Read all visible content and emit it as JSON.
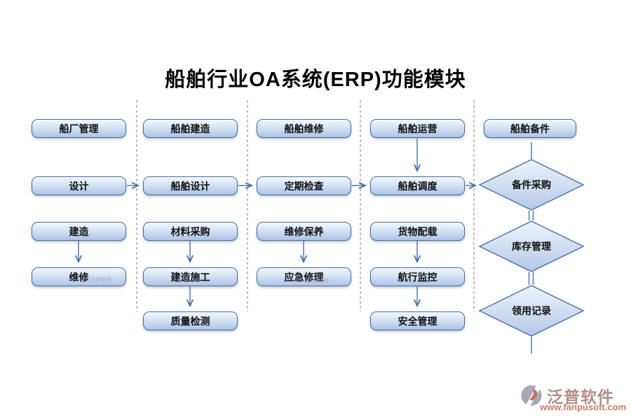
{
  "title": {
    "text": "船舶行业OA系统(ERP)功能模块"
  },
  "columns": [
    {
      "name": "shipyard",
      "header": {
        "label": "船厂管理"
      },
      "items": [
        {
          "label": "设计"
        },
        {
          "label": "建造"
        },
        {
          "label": "维修"
        }
      ]
    },
    {
      "name": "ship_building",
      "header": {
        "label": "船舶建造"
      },
      "items": [
        {
          "label": "船舶设计"
        },
        {
          "label": "材料采购"
        },
        {
          "label": "建造施工"
        },
        {
          "label": "质量检测"
        }
      ]
    },
    {
      "name": "ship_maintenance",
      "header": {
        "label": "船舶维修"
      },
      "items": [
        {
          "label": "定期检查"
        },
        {
          "label": "维修保养"
        },
        {
          "label": "应急修理"
        }
      ]
    },
    {
      "name": "ship_operation",
      "header": {
        "label": "船舶运营"
      },
      "items": [
        {
          "label": "船舶调度"
        },
        {
          "label": "货物配载"
        },
        {
          "label": "航行监控"
        },
        {
          "label": "安全管理"
        }
      ]
    },
    {
      "name": "spare_parts",
      "header": {
        "label": "船舶备件"
      },
      "items": [
        {
          "label": "备件采购",
          "shape": "diamond"
        },
        {
          "label": "库存管理",
          "shape": "diamond"
        },
        {
          "label": "领用记录",
          "shape": "diamond"
        }
      ]
    }
  ],
  "watermark": {
    "brand": "泛普软件",
    "url": "www.fanpusoft.com"
  },
  "inline_watermark": "泛普软件",
  "colors": {
    "title": "#000000",
    "node_border": "#44699e",
    "node_fill_top": "#f3f8fd",
    "node_fill_bottom": "#abc5e7",
    "connector": "#4a72a8",
    "separator": "#999999",
    "watermark_brand": "#a9827b",
    "watermark_url": "#c1705e",
    "watermark_logo_gray": "#9ba3ad",
    "watermark_logo_red": "#c2604c"
  }
}
